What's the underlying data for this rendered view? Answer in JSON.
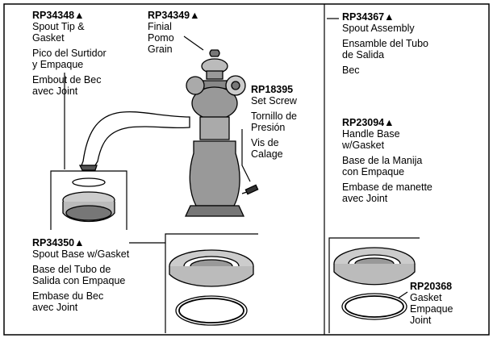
{
  "parts": {
    "spout_tip": {
      "part_number": "RP34348▲",
      "en": [
        "Spout Tip &",
        "Gasket"
      ],
      "es": [
        "Pico del Surtidor",
        "y Empaque"
      ],
      "fr": [
        "Embout de Bec",
        "avec Joint"
      ]
    },
    "finial": {
      "part_number": "RP34349▲",
      "en": [
        "Finial",
        "Pomo",
        "Grain"
      ]
    },
    "spout_assembly": {
      "part_number": "RP34367▲",
      "en": [
        "Spout Assembly"
      ],
      "es": [
        "Ensamble del Tubo",
        "de Salida"
      ],
      "fr": [
        "Bec"
      ]
    },
    "set_screw": {
      "part_number": "RP18395",
      "en": [
        "Set Screw"
      ],
      "es": [
        "Tornillo de",
        "Presión"
      ],
      "fr": [
        "Vis de",
        "Calage"
      ]
    },
    "handle_base": {
      "part_number": "RP23094▲",
      "en": [
        "Handle Base",
        "w/Gasket"
      ],
      "es": [
        "Base de la Manija",
        "con Empaque"
      ],
      "fr": [
        "Embase de  manette",
        "avec Joint"
      ]
    },
    "spout_base": {
      "part_number": "RP34350▲",
      "en": [
        "Spout Base w/Gasket"
      ],
      "es": [
        "Base del Tubo de",
        "Salida con Empaque"
      ],
      "fr": [
        "Embase du Bec",
        "avec Joint"
      ]
    },
    "gasket": {
      "part_number": "RP20368",
      "en": [
        "Gasket",
        "Empaque",
        "Joint"
      ]
    }
  }
}
